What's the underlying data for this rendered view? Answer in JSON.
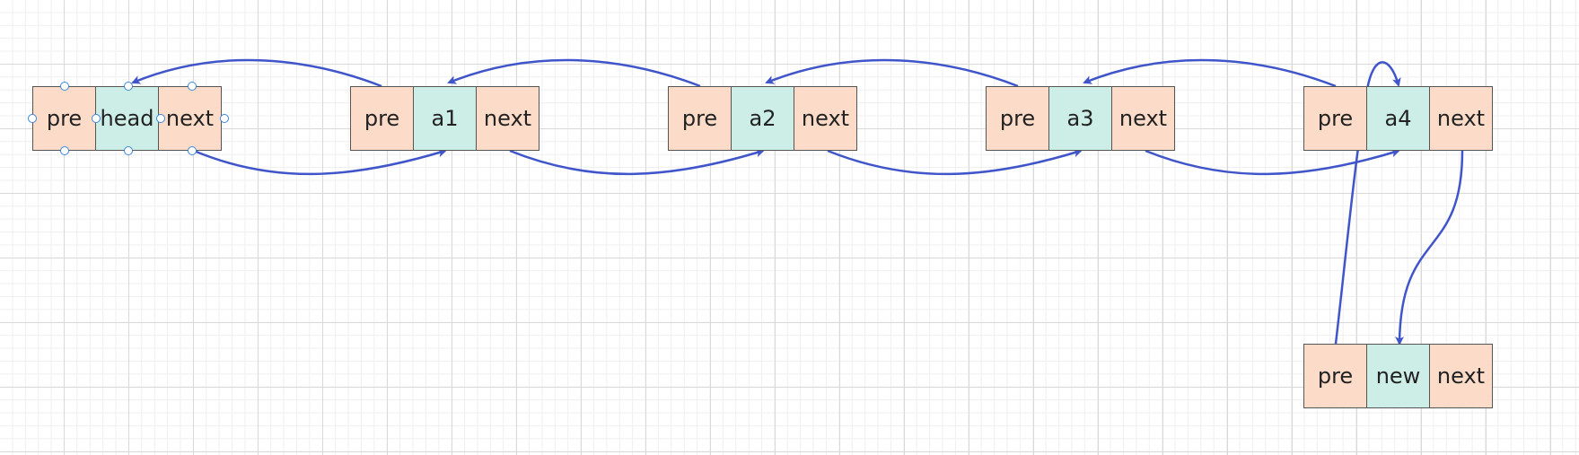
{
  "nodes": [
    {
      "id": "head-node",
      "prev": "pre",
      "value": "head",
      "next": "next"
    },
    {
      "id": "a1-node",
      "prev": "pre",
      "value": "a1",
      "next": "next"
    },
    {
      "id": "a2-node",
      "prev": "pre",
      "value": "a2",
      "next": "next"
    },
    {
      "id": "a3-node",
      "prev": "pre",
      "value": "a3",
      "next": "next"
    },
    {
      "id": "a4-node",
      "prev": "pre",
      "value": "a4",
      "next": "next"
    },
    {
      "id": "new-node",
      "prev": "pre",
      "value": "new",
      "next": "next"
    }
  ],
  "arrow_color": "#3f55c9",
  "colors": {
    "pointer_cell": "#fcdcc8",
    "value_cell": "#cdeee6",
    "selection_handle": "#3b86d6"
  }
}
